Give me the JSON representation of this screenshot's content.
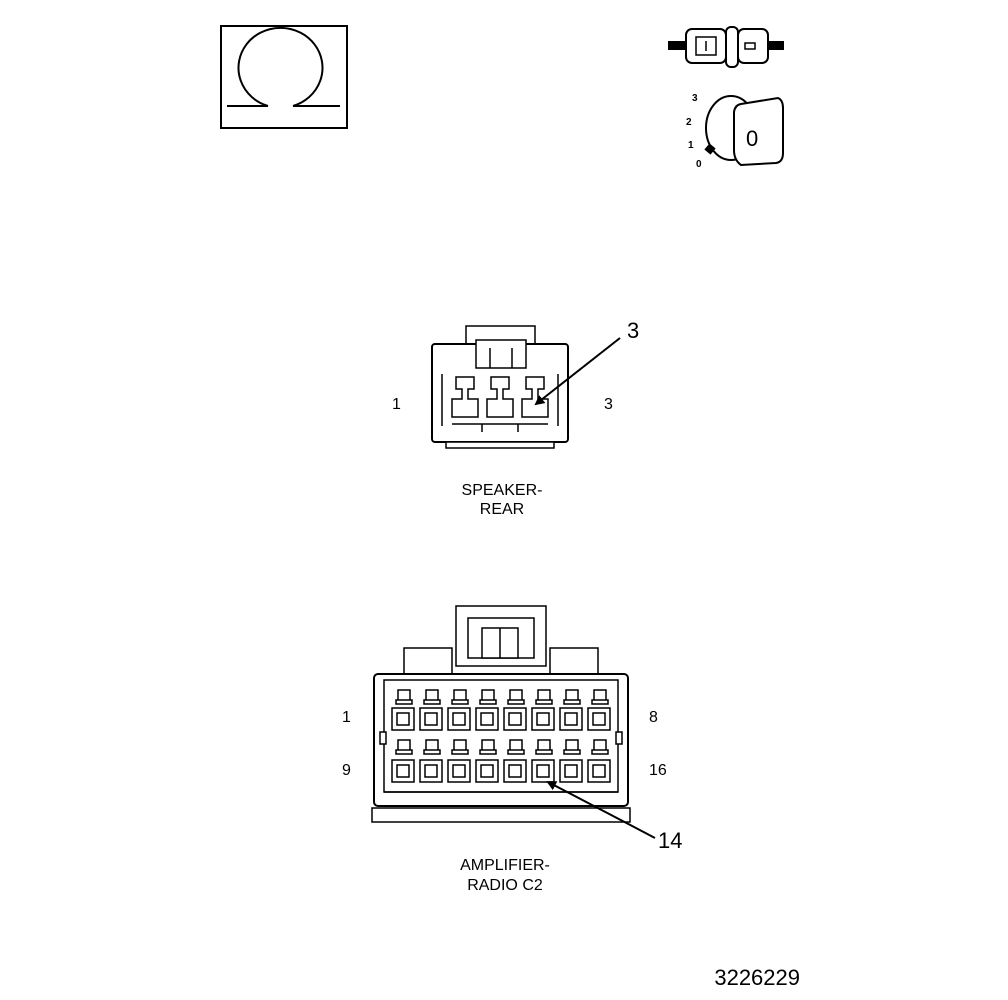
{
  "meter_icons": {
    "ohmmeter_symbol": "ohm-symbol-icon",
    "ignition_key_symbol": "ignition-key-icon",
    "key_positions": [
      "3",
      "2",
      "1",
      "0"
    ],
    "key_face_text": "0"
  },
  "connectors": [
    {
      "id": "speaker-rear",
      "name_line1": "SPEAKER-",
      "name_line2": "REAR",
      "pin_left": "1",
      "pin_right": "3",
      "callout": "3"
    },
    {
      "id": "amplifier-radio-c2",
      "name_line1": "AMPLIFIER-",
      "name_line2": "RADIO C2",
      "pin_top_left": "1",
      "pin_top_right": "8",
      "pin_bottom_left": "9",
      "pin_bottom_right": "16",
      "callout": "14"
    }
  ],
  "figure_number": "3226229"
}
